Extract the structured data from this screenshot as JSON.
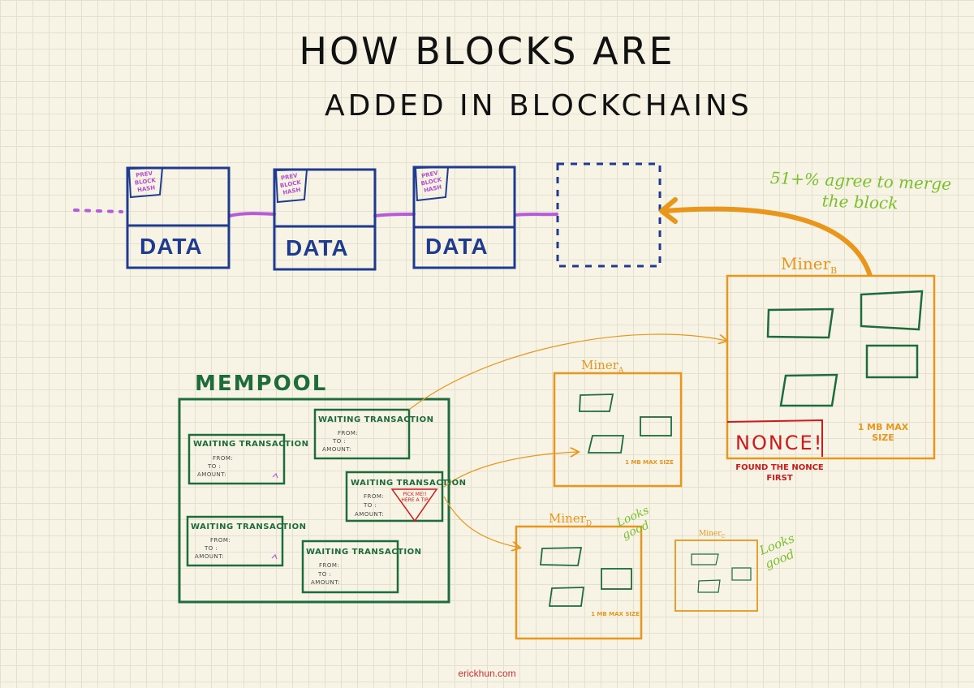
{
  "title": {
    "line1": "HOW BLOCKS ARE",
    "line2": "ADDED IN BLOCKCHAINS"
  },
  "chain": {
    "leading_dots": "....",
    "blocks": [
      {
        "data_label": "DATA",
        "prev_hash_label": "PREV BLOCK HASH"
      },
      {
        "data_label": "DATA",
        "prev_hash_label": "PREV BLOCK HASH"
      },
      {
        "data_label": "DATA",
        "prev_hash_label": "PREV BLOCK HASH"
      }
    ],
    "consensus_note": "51+% agree to merge the block"
  },
  "mempool": {
    "label": "MEMPOOL",
    "transactions": [
      {
        "title": "WAITING TRANSACTION",
        "from": "FROM:",
        "to": "TO :",
        "amount": "AMOUNT:"
      },
      {
        "title": "WAITING TRANSACTION",
        "from": "FROM:",
        "to": "TO :",
        "amount": "AMOUNT:"
      },
      {
        "title": "WAITING TRANSACTION",
        "from": "FROM:",
        "to": "TO :",
        "amount": "AMOUNT:"
      },
      {
        "title": "WAITING TRANSACTION",
        "from": "FROM:",
        "to": "TO :",
        "amount": "AMOUNT:"
      },
      {
        "title": "WAITING TRANSACTION",
        "from": "FROM:",
        "to": "TO :",
        "amount": "AMOUNT:"
      }
    ],
    "tip_note": "PICK ME!! HERE A TIP"
  },
  "miners": {
    "a": {
      "name": "Miner",
      "sub": "A",
      "max_size": "1 MB MAX SIZE"
    },
    "b": {
      "name": "Miner",
      "sub": "B",
      "max_size": "1 MB MAX SIZE",
      "nonce": "NONCE!",
      "found_note": "FOUND THE NONCE FIRST"
    },
    "c": {
      "name": "Miner",
      "sub": "C",
      "verdict": "Looks good"
    },
    "d": {
      "name": "Miner",
      "sub": "D",
      "max_size": "1 MB MAX SIZE",
      "verdict": "Looks good"
    }
  },
  "credit": "erickhun.com",
  "colors": {
    "block_blue": "#1f3b8f",
    "link_purple": "#b65bd8",
    "mempool_green": "#1e6b3c",
    "miner_orange": "#e8961c",
    "verdict_green": "#7bbf2c",
    "nonce_red": "#cc1b1b"
  }
}
